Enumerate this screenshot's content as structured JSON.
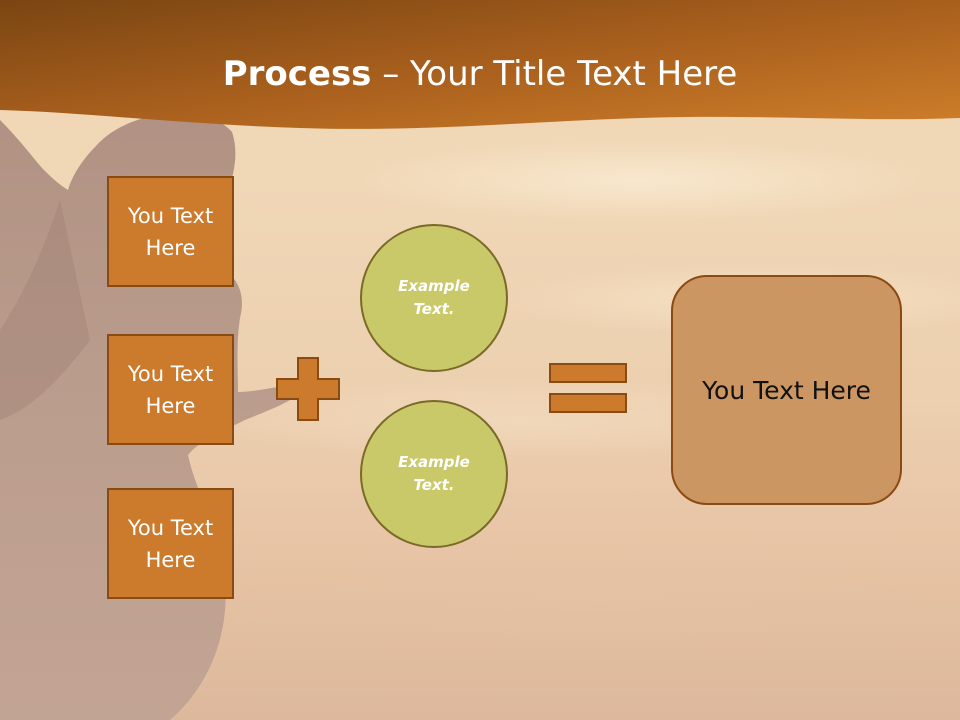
{
  "slide": {
    "title_bold": "Process",
    "title_rest": " – Your Title Text Here"
  },
  "left_boxes": [
    {
      "label": "You Text Here"
    },
    {
      "label": "You Text Here"
    },
    {
      "label": "You Text Here"
    }
  ],
  "circles": [
    {
      "label": "Example Text."
    },
    {
      "label": "Example Text."
    }
  ],
  "result": {
    "label": "You Text Here"
  },
  "colors": {
    "header": "#b06a22",
    "box_fill": "#cc7a2c",
    "box_border": "#8a4a14",
    "circle_fill": "#c9c96a",
    "circle_border": "#7a6a28",
    "result_fill": "#cc9663"
  },
  "icons": {
    "operator_1": "plus-icon",
    "operator_2": "equals-icon"
  }
}
